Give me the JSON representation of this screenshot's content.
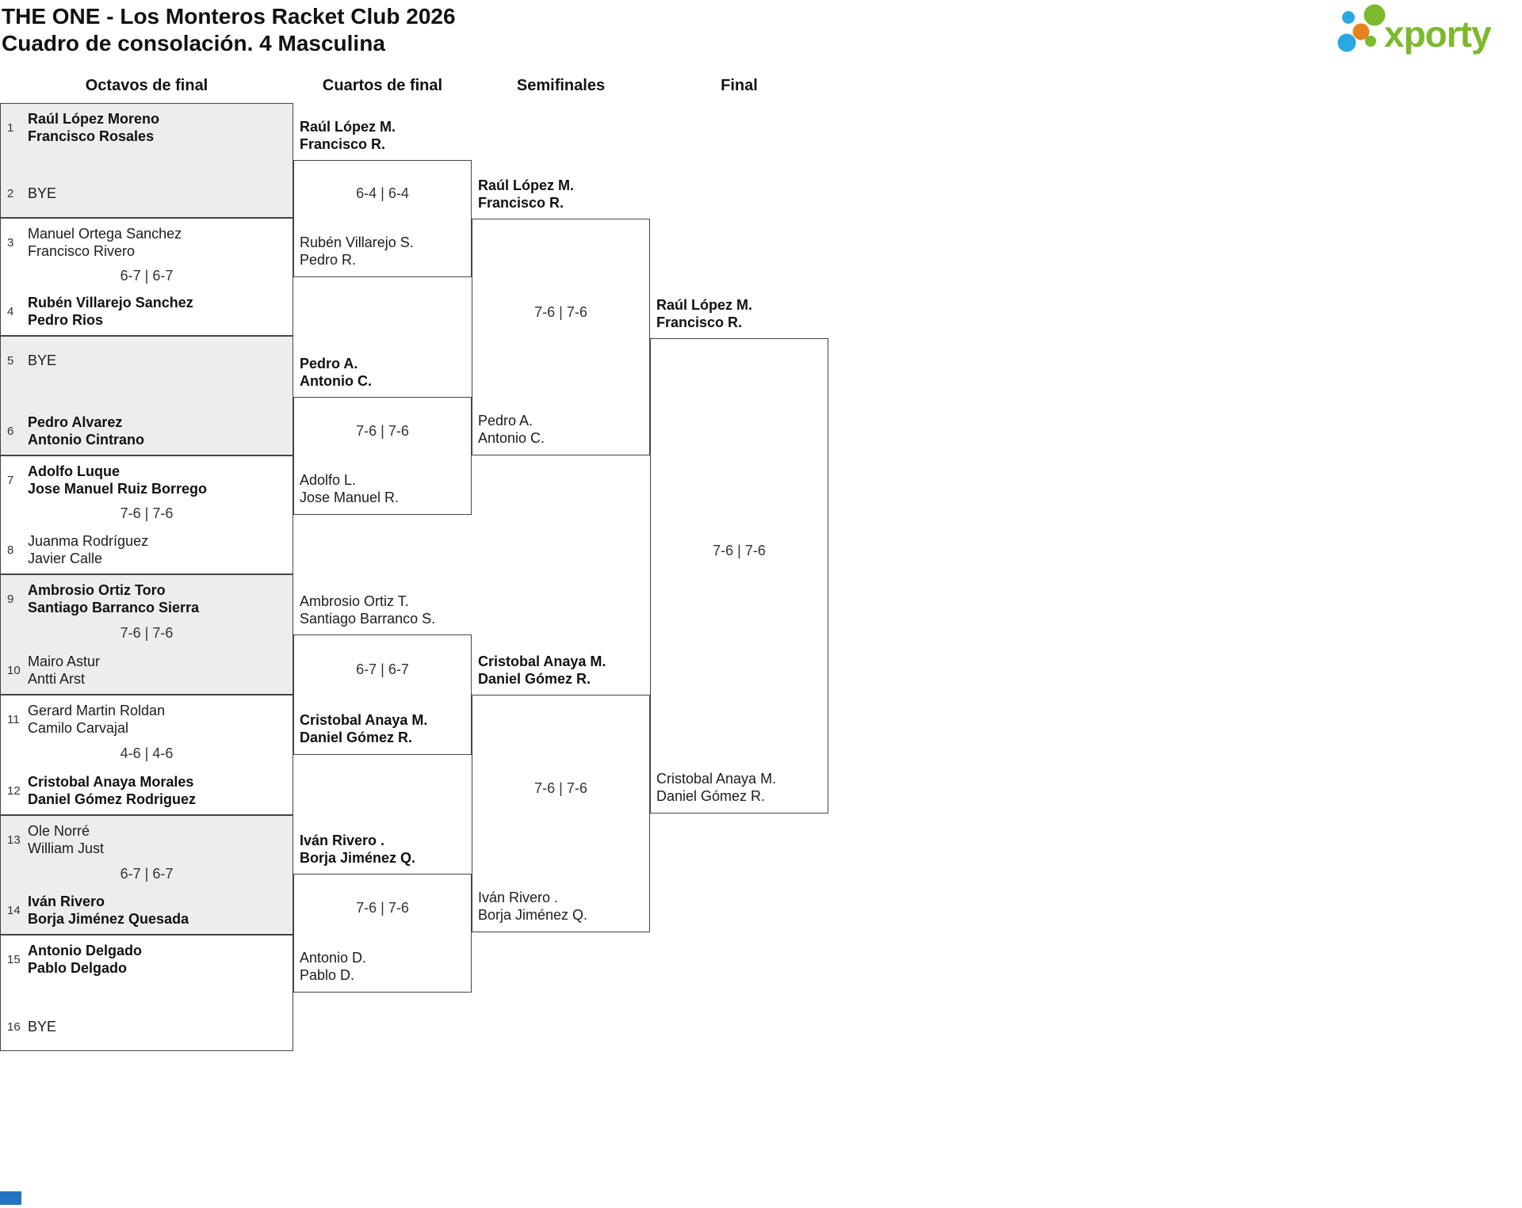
{
  "header": {
    "title": "THE ONE - Los Monteros Racket Club 2026",
    "subtitle": "Cuadro de consolación. 4 Masculina",
    "logo_text": "xporty"
  },
  "colors": {
    "logo_green": "#7cb92c",
    "logo_blue": "#29a9e1",
    "logo_orange": "#e8821e",
    "bracket_line": "#444444",
    "match_alt_bg": "#ededed",
    "footer_bar_blue": "#2273c4"
  },
  "rounds": [
    "Octavos de final",
    "Cuartos de final",
    "Semifinales",
    "Final"
  ],
  "octavos": [
    {
      "seed1": "1",
      "team1": [
        "Raúl López Moreno",
        "Francisco Rosales"
      ],
      "score": "",
      "seed2": "2",
      "team2": [
        "BYE"
      ]
    },
    {
      "seed1": "3",
      "team1": [
        "Manuel Ortega Sanchez",
        "Francisco Rivero"
      ],
      "score": "6-7 | 6-7",
      "seed2": "4",
      "team2": [
        "Rubén Villarejo Sanchez",
        "Pedro Rios"
      ]
    },
    {
      "seed1": "5",
      "team1": [
        "BYE"
      ],
      "score": "",
      "seed2": "6",
      "team2": [
        "Pedro Alvarez",
        "Antonio Cintrano"
      ]
    },
    {
      "seed1": "7",
      "team1": [
        "Adolfo Luque",
        "Jose Manuel Ruiz Borrego"
      ],
      "score": "7-6 | 7-6",
      "seed2": "8",
      "team2": [
        "Juanma Rodríguez",
        "Javier Calle"
      ]
    },
    {
      "seed1": "9",
      "team1": [
        "Ambrosio Ortiz Toro",
        "Santiago Barranco Sierra"
      ],
      "score": "7-6 | 7-6",
      "seed2": "10",
      "team2": [
        "Mairo Astur",
        "Antti Arst"
      ]
    },
    {
      "seed1": "11",
      "team1": [
        "Gerard Martin Roldan",
        "Camilo Carvajal"
      ],
      "score": "4-6 | 4-6",
      "seed2": "12",
      "team2": [
        "Cristobal Anaya Morales",
        "Daniel Gómez Rodriguez"
      ]
    },
    {
      "seed1": "13",
      "team1": [
        "Ole Norré",
        "William Just"
      ],
      "score": "6-7 | 6-7",
      "seed2": "14",
      "team2": [
        "Iván Rivero",
        "Borja Jiménez Quesada"
      ]
    },
    {
      "seed1": "15",
      "team1": [
        "Antonio Delgado",
        "Pablo Delgado"
      ],
      "score": "",
      "seed2": "16",
      "team2": [
        "BYE"
      ]
    }
  ],
  "cuartos": [
    {
      "team1": [
        "Raúl López M.",
        "Francisco R."
      ],
      "score": "6-4 | 6-4",
      "team2": [
        "Rubén Villarejo S.",
        "Pedro R."
      ]
    },
    {
      "team1": [
        "Pedro A.",
        "Antonio C."
      ],
      "score": "7-6 | 7-6",
      "team2": [
        "Adolfo L.",
        "Jose Manuel R."
      ]
    },
    {
      "team1": [
        "Ambrosio Ortiz T.",
        "Santiago Barranco S."
      ],
      "score": "6-7 | 6-7",
      "team2": [
        "Cristobal Anaya M.",
        "Daniel Gómez R."
      ]
    },
    {
      "team1": [
        "Iván Rivero .",
        "Borja Jiménez Q."
      ],
      "score": "7-6 | 7-6",
      "team2": [
        "Antonio D.",
        "Pablo D."
      ]
    }
  ],
  "semifinales": [
    {
      "team1": [
        "Raúl López M.",
        "Francisco R."
      ],
      "score": "7-6 | 7-6",
      "team2": [
        "Pedro A.",
        "Antonio C."
      ]
    },
    {
      "team1": [
        "Cristobal Anaya M.",
        "Daniel Gómez R."
      ],
      "score": "7-6 | 7-6",
      "team2": [
        "Iván Rivero .",
        "Borja Jiménez Q."
      ]
    }
  ],
  "final": {
    "team1": [
      "Raúl López M.",
      "Francisco R."
    ],
    "score": "7-6 | 7-6",
    "team2": [
      "Cristobal Anaya M.",
      "Daniel Gómez R."
    ]
  }
}
